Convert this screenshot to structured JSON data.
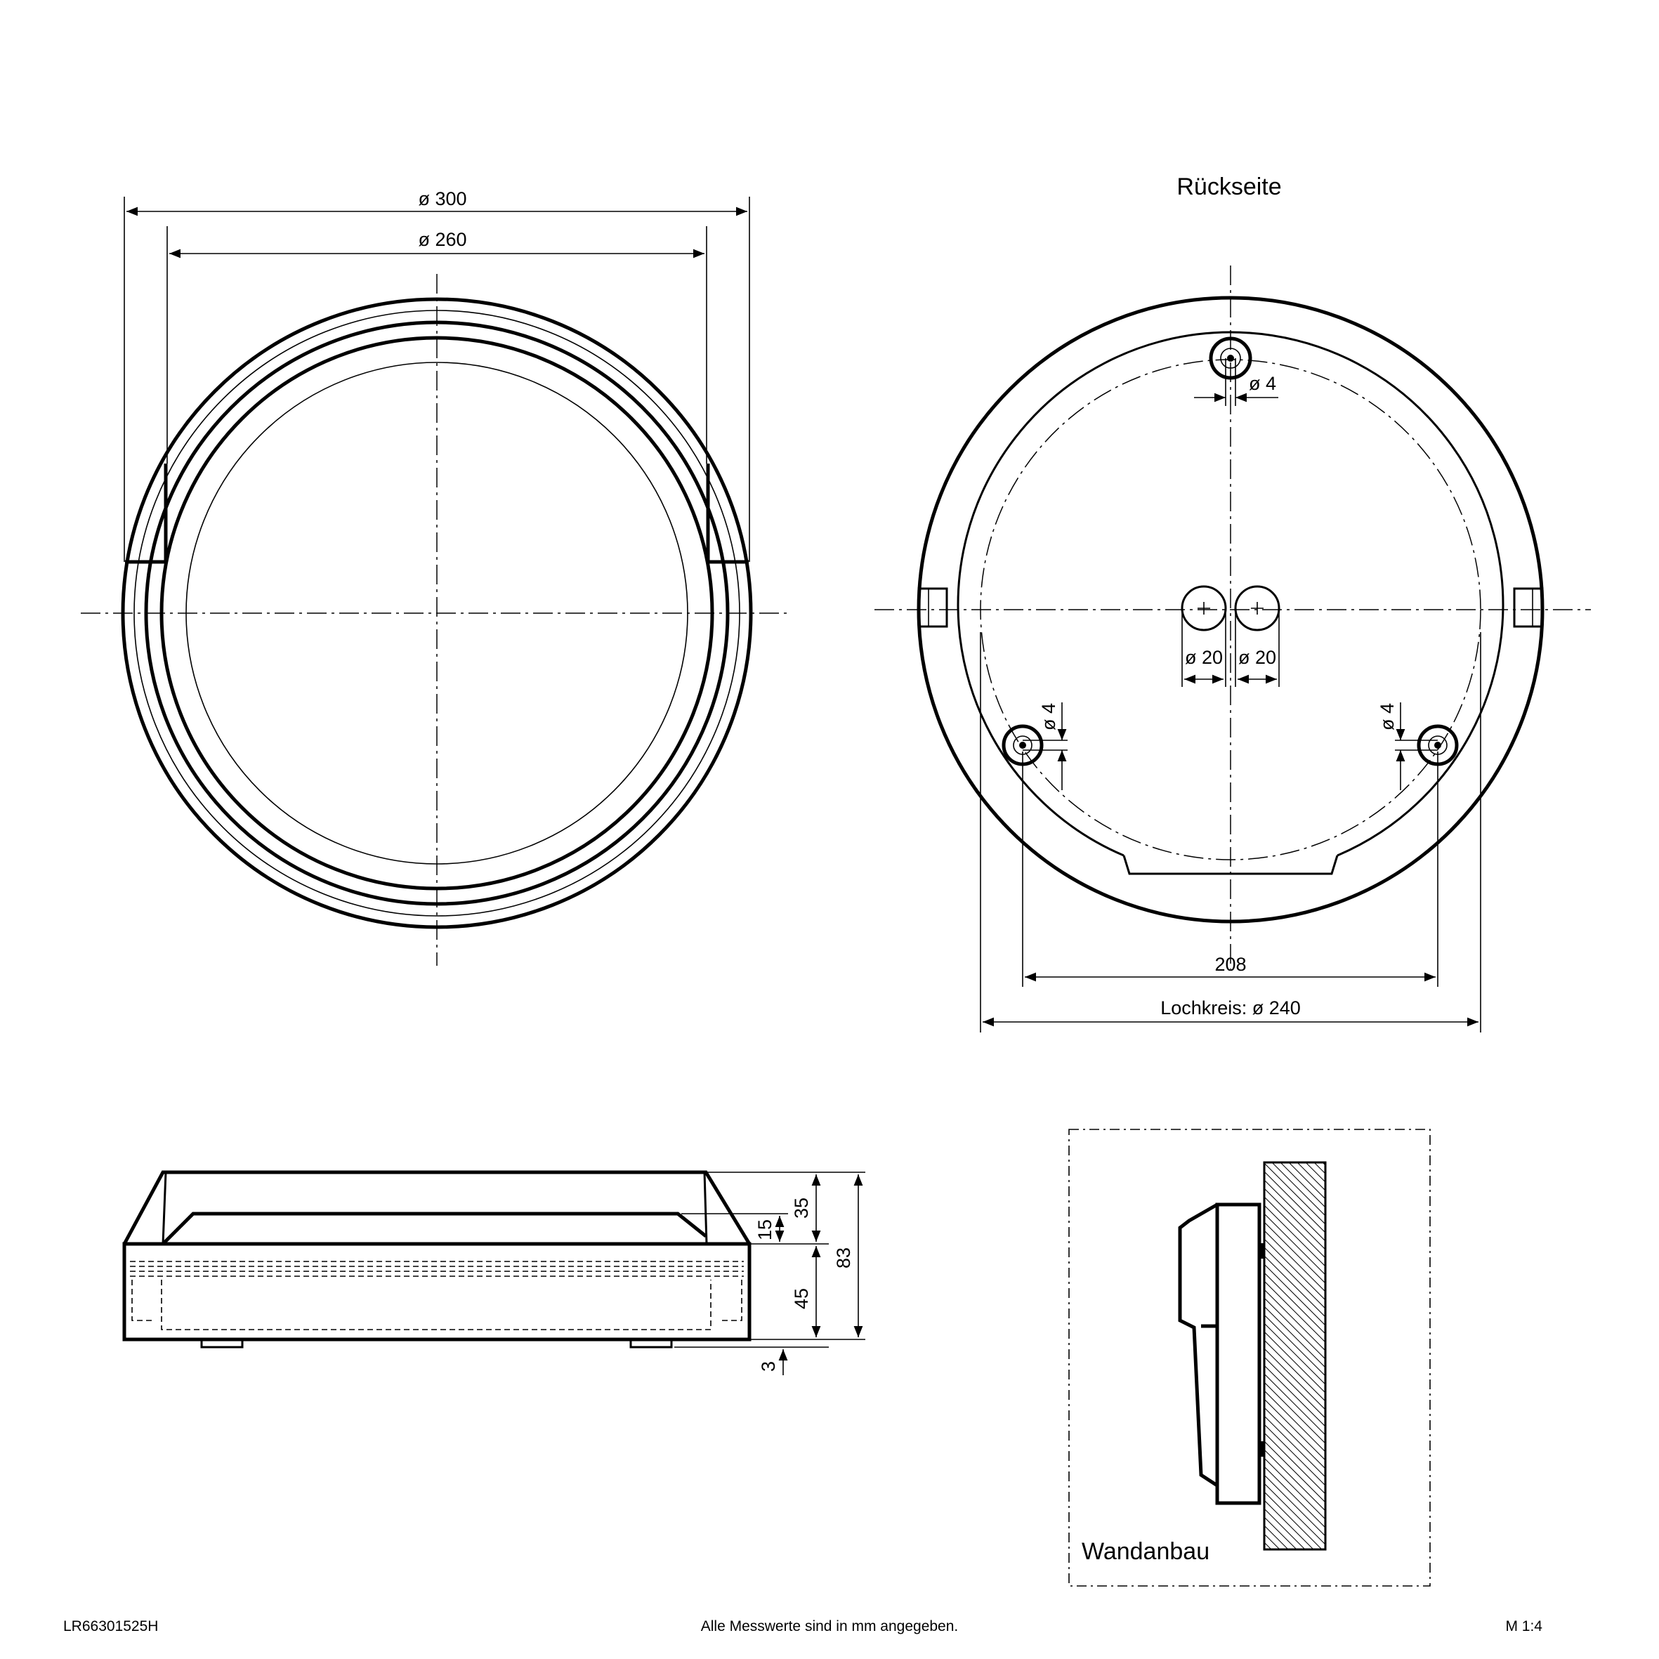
{
  "front_view": {
    "outer_diameter": "ø 300",
    "inner_diameter": "ø 260"
  },
  "rear_view": {
    "title": "Rückseite",
    "top_hole": "ø 4",
    "cable_hole_left": "ø 20",
    "cable_hole_right": "ø 20",
    "left_hole": "ø 4",
    "right_hole": "ø 4",
    "hole_spacing": "208",
    "bolt_circle": "Lochkreis: ø 240"
  },
  "side_view": {
    "dim_35": "35",
    "dim_15": "15",
    "dim_45": "45",
    "dim_83": "83",
    "dim_3": "3"
  },
  "wall_mount": {
    "label": "Wandanbau"
  },
  "footer": {
    "article_number": "LR66301525H",
    "units_note": "Alle Messwerte sind in mm angegeben.",
    "scale": "M 1:4"
  }
}
